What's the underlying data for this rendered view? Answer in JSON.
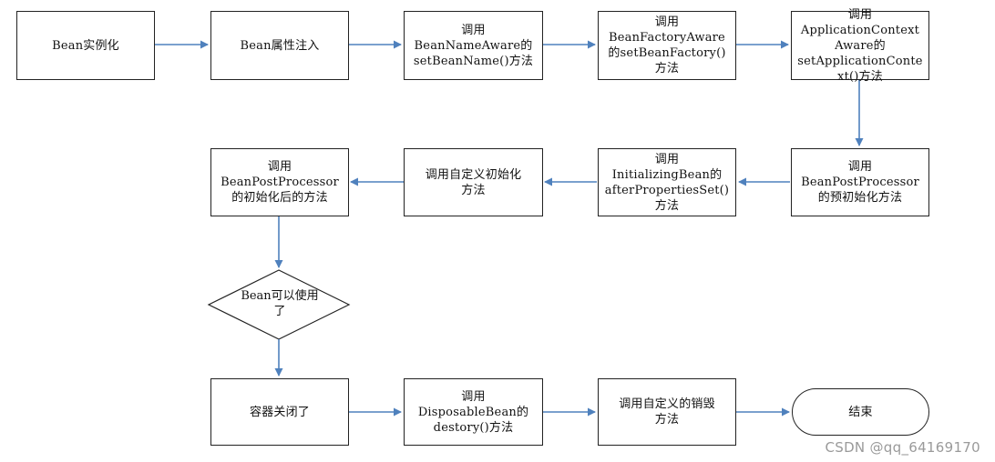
{
  "nodes": {
    "instantiate": "Bean实例化",
    "inject_props": "Bean属性注入",
    "bean_name_aware": "调用\nBeanNameAware的\nsetBeanName()方法",
    "bean_factory_aware": "调用\nBeanFactoryAware\n的setBeanFactory()\n方法",
    "app_context_aware": "调用\nApplicationContext\nAware的\nsetApplicationConte\nxt()方法",
    "post_processor_before": "调用\nBeanPostProcessor\n的预初始化方法",
    "initializing_bean": "调用\nInitializingBean的\nafterPropertiesSet()\n方法",
    "custom_init": "调用自定义初始化\n方法",
    "post_processor_after": "调用\nBeanPostProcessor\n的初始化后的方法",
    "bean_usable": "Bean可以使用\n了",
    "container_closed": "容器关闭了",
    "disposable_bean": "调用\nDisposableBean的\ndestory()方法",
    "custom_destroy": "调用自定义的销毁\n方法",
    "end": "结束"
  },
  "watermark": "CSDN @qq_64169170",
  "colors": {
    "arrow": "#4f81bd",
    "border": "#222222",
    "watermark": "#9a9a9a"
  }
}
